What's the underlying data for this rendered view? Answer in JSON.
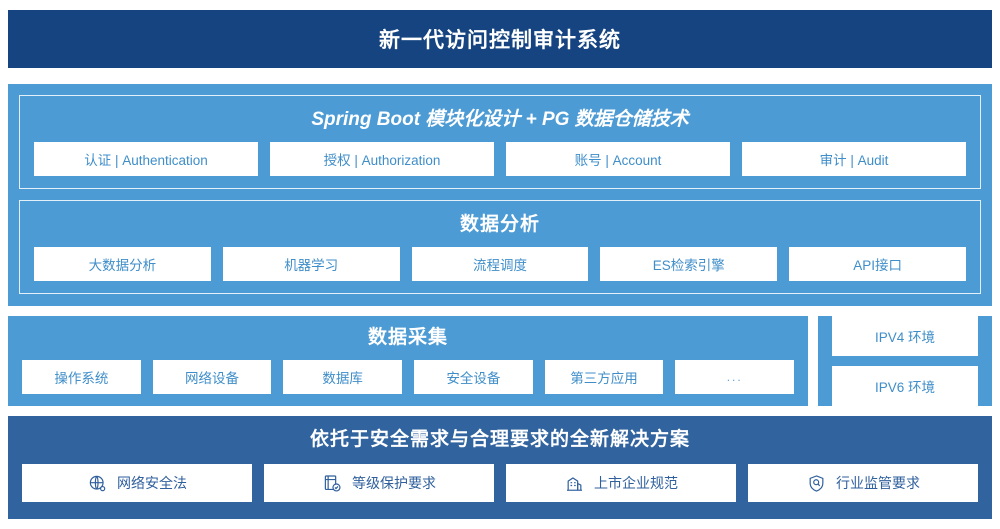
{
  "header": {
    "title": "新一代访问控制审计系统"
  },
  "colors": {
    "header_bg": "#154481",
    "section_blue": "#4d9bd5",
    "section_navy": "#31639e",
    "chip_bg": "#ffffff",
    "chip_text_blue": "#3f8ec9",
    "chip_text_navy": "#2f5f9c"
  },
  "application_layer": {
    "title": "Spring Boot 模块化设计 + PG 数据仓储技术",
    "modules": [
      {
        "label": "认证 | Authentication"
      },
      {
        "label": "授权 | Authorization"
      },
      {
        "label": "账号 | Account"
      },
      {
        "label": "审计 | Audit"
      }
    ]
  },
  "analysis_layer": {
    "title": "数据分析",
    "modules": [
      {
        "label": "大数据分析"
      },
      {
        "label": "机器学习"
      },
      {
        "label": "流程调度"
      },
      {
        "label": "ES检索引擎"
      },
      {
        "label": "API接口"
      }
    ]
  },
  "collection_layer": {
    "title": "数据采集",
    "sources": [
      {
        "label": "操作系统"
      },
      {
        "label": "网络设备"
      },
      {
        "label": "数据库"
      },
      {
        "label": "安全设备"
      },
      {
        "label": "第三方应用"
      },
      {
        "label": "..."
      }
    ]
  },
  "environment_panel": {
    "items": [
      {
        "label": "IPV4 环境"
      },
      {
        "label": "IPV6 环境"
      }
    ]
  },
  "compliance_layer": {
    "title": "依托于安全需求与合理要求的全新解决方案",
    "items": [
      {
        "label": "网络安全法",
        "icon": "globe-icon"
      },
      {
        "label": "等级保护要求",
        "icon": "document-check-icon"
      },
      {
        "label": "上市企业规范",
        "icon": "building-icon"
      },
      {
        "label": "行业监管要求",
        "icon": "shield-search-icon"
      }
    ]
  }
}
